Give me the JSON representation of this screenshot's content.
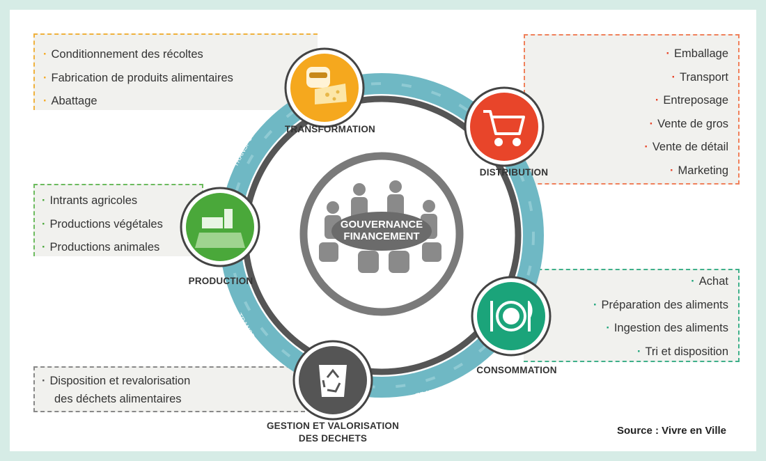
{
  "center": {
    "line1": "GOUVERNANCE",
    "line2": "FINANCEMENT"
  },
  "transport_label": "TRANSPORT",
  "stages": {
    "transformation": {
      "label": "TRANSFORMATION",
      "color": "#f5a81e",
      "bullet_color": "#f5a81e",
      "items": [
        "Conditionnement des récoltes",
        "Fabrication de produits alimentaires",
        "Abattage"
      ]
    },
    "distribution": {
      "label": "DISTRIBUTION",
      "color": "#e8452a",
      "bullet_color": "#e8452a",
      "items": [
        "Emballage",
        "Transport",
        "Entreposage",
        "Vente de gros",
        "Vente de détail",
        "Marketing"
      ]
    },
    "production": {
      "label": "PRODUCTION",
      "color": "#4aa83a",
      "bullet_color": "#4aa83a",
      "items": [
        "Intrants agricoles",
        "Productions végétales",
        "Productions animales"
      ]
    },
    "consommation": {
      "label": "CONSOMMATION",
      "color": "#1ba47a",
      "bullet_color": "#1ba47a",
      "items": [
        "Achat",
        "Préparation des aliments",
        "Ingestion des aliments",
        "Tri et disposition"
      ]
    },
    "gestion": {
      "label_line1": "GESTION ET VALORISATION",
      "label_line2": "DES DECHETS",
      "color": "#555555",
      "bullet_color": "#555555",
      "items": [
        "Disposition et revalorisation",
        "des déchets alimentaires"
      ]
    }
  },
  "source": "Source : Vivre en Ville",
  "colors": {
    "ring": "#6fb8c4",
    "inner_ring": "#555555",
    "hub": "#7a7a7a",
    "background": "#d6ece6"
  }
}
